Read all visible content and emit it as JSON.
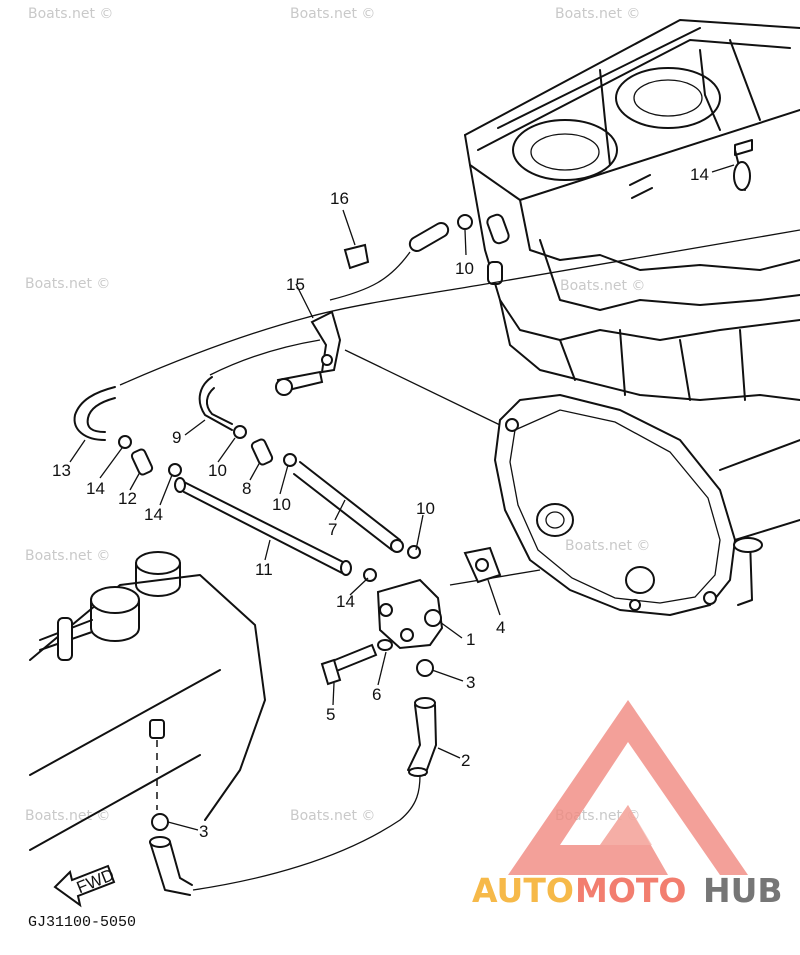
{
  "diagram": {
    "part_callouts": [
      {
        "id": "c16",
        "label": "16"
      },
      {
        "id": "c10a",
        "label": "10"
      },
      {
        "id": "c14a",
        "label": "14"
      },
      {
        "id": "c15",
        "label": "15"
      },
      {
        "id": "c13",
        "label": "13"
      },
      {
        "id": "c14b",
        "label": "14"
      },
      {
        "id": "c12",
        "label": "12"
      },
      {
        "id": "c14c",
        "label": "14"
      },
      {
        "id": "c9",
        "label": "9"
      },
      {
        "id": "c10b",
        "label": "10"
      },
      {
        "id": "c8",
        "label": "8"
      },
      {
        "id": "c10c",
        "label": "10"
      },
      {
        "id": "c7",
        "label": "7"
      },
      {
        "id": "c11",
        "label": "11"
      },
      {
        "id": "c10d",
        "label": "10"
      },
      {
        "id": "c14d",
        "label": "14"
      },
      {
        "id": "c1",
        "label": "1"
      },
      {
        "id": "c4",
        "label": "4"
      },
      {
        "id": "c3a",
        "label": "3"
      },
      {
        "id": "c6",
        "label": "6"
      },
      {
        "id": "c5",
        "label": "5"
      },
      {
        "id": "c2",
        "label": "2"
      },
      {
        "id": "c3b",
        "label": "3"
      }
    ],
    "direction_label": "FWD",
    "drawing_code": "GJ31100-5050",
    "watermark": "Boats.net ©"
  },
  "branding": {
    "logo_text_part1": "AUTO",
    "logo_text_part2": "MOTO",
    "logo_text_part3": "HUB",
    "colors": {
      "triangle": "#f08a80",
      "auto": "#f6b640",
      "moto": "#f27868",
      "hub": "#6f6f6f"
    }
  }
}
